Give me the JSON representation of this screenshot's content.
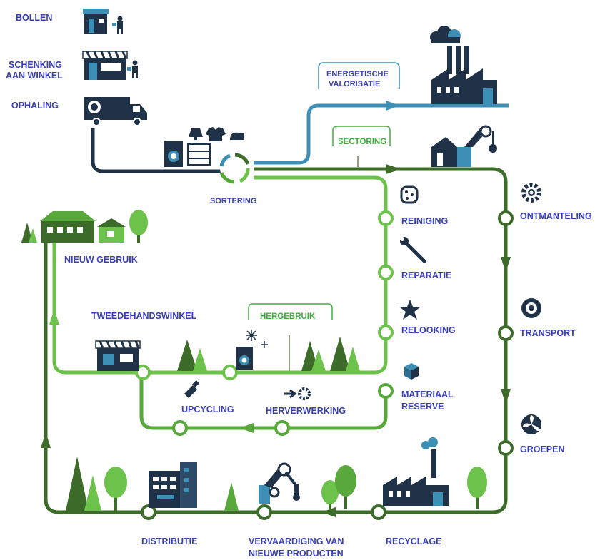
{
  "colors": {
    "dark_navy": "#1f3248",
    "teal_blue": "#3e8fb5",
    "dark_green": "#3d6b2a",
    "mid_green": "#58a83b",
    "light_green": "#6cc24a",
    "label_blue": "#3a3fb8",
    "label_green": "#3fae3f"
  },
  "top_left": {
    "bollen": "BOLLEN",
    "schenking_line1": "SCHENKING",
    "schenking_line2": "AAN WINKEL",
    "ophaling": "OPHALING"
  },
  "sortering": "SORTERING",
  "callouts": {
    "energetische_line1": "ENERGETISCHE",
    "energetische_line2": "VALORISATIE",
    "sectoring": "SECTORING",
    "hergebruik": "HERGEBRUIK"
  },
  "inner_loop": {
    "reiniging": "REINIGING",
    "reparatie": "REPARATIE",
    "relooking": "RELOOKING",
    "materiaal_line1": "MATERIAAL",
    "materiaal_line2": "RESERVE",
    "herverwerking": "HERVERWERKING",
    "upcycling": "UPCYCLING",
    "tweedehandswinkel": "TWEEDEHANDSWINKEL",
    "nieuw_gebruik": "NIEUW GEBRUIK"
  },
  "outer_loop": {
    "ontmanteling": "ONTMANTELING",
    "transport": "TRANSPORT",
    "groepen": "GROEPEN",
    "recyclage": "RECYCLAGE",
    "vervaardiging_line1": "VERVAARDIGING VAN",
    "vervaardiging_line2": "NIEUWE PRODUCTEN",
    "distributie": "DISTRIBUTIE"
  },
  "icons": [
    "kiosk-icon",
    "person-icon",
    "shop-icon",
    "truck-icon",
    "washing-machine-icon",
    "lamp-icon",
    "shirt-icon",
    "iron-icon",
    "dresser-icon",
    "sorting-ring-icon",
    "factory-icon",
    "smoke-cloud-icon",
    "dismantling-factory-icon",
    "sponge-icon",
    "wrench-icon",
    "star-icon",
    "cube-icon",
    "gear-icon",
    "tire-icon",
    "fan-icon",
    "recycling-factory-icon",
    "robot-arm-icon",
    "apartment-building-icon",
    "house-icon",
    "tree-icon",
    "secondhand-shop-icon",
    "spray-bottle-icon",
    "sparkle-icon"
  ]
}
